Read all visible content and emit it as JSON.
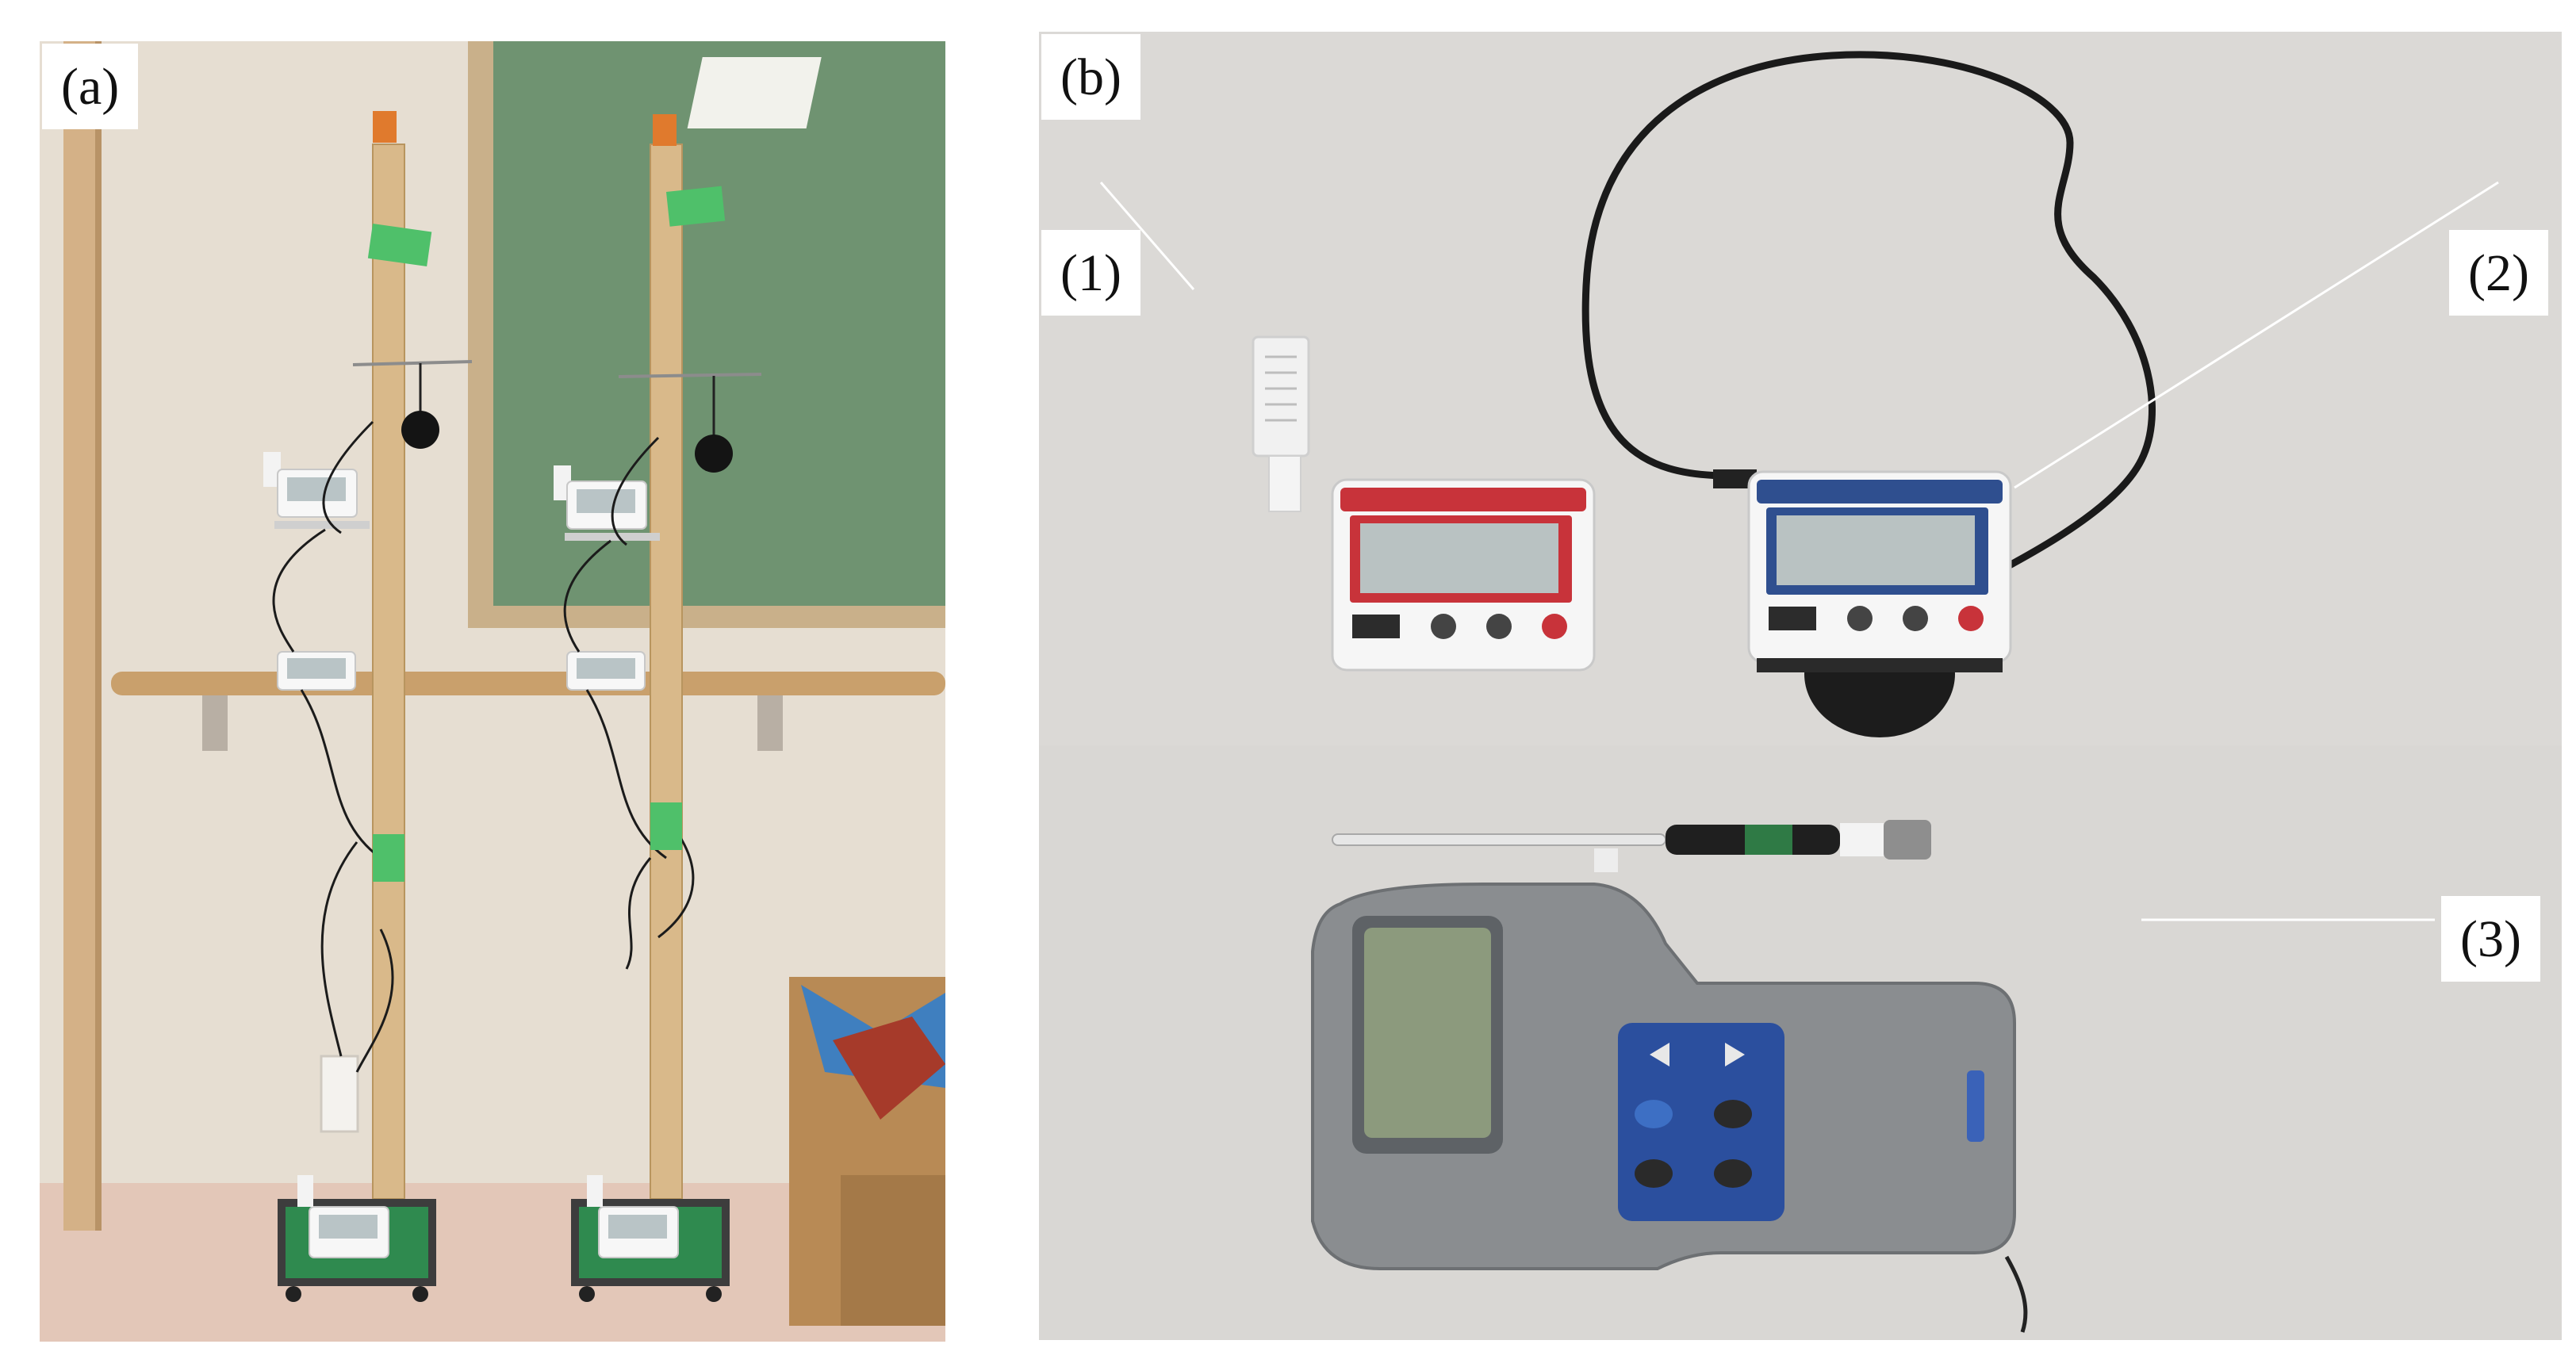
{
  "panels": {
    "a": {
      "label": "(a)"
    },
    "b": {
      "label": "(b)",
      "callouts": {
        "one": "(1)",
        "two": "(2)",
        "three": "(3)"
      }
    }
  },
  "colors": {
    "wall": "#e6ded2",
    "window_green": "#6f9371",
    "wood": "#d9b98a",
    "handrail": "#c9a06c",
    "table_surface": "#d9d7d4",
    "logger_red": "#c8333a",
    "logger_blue": "#2f4f8f",
    "meter_gray": "#8a8d90",
    "keypad_blue": "#2b4f9e"
  }
}
